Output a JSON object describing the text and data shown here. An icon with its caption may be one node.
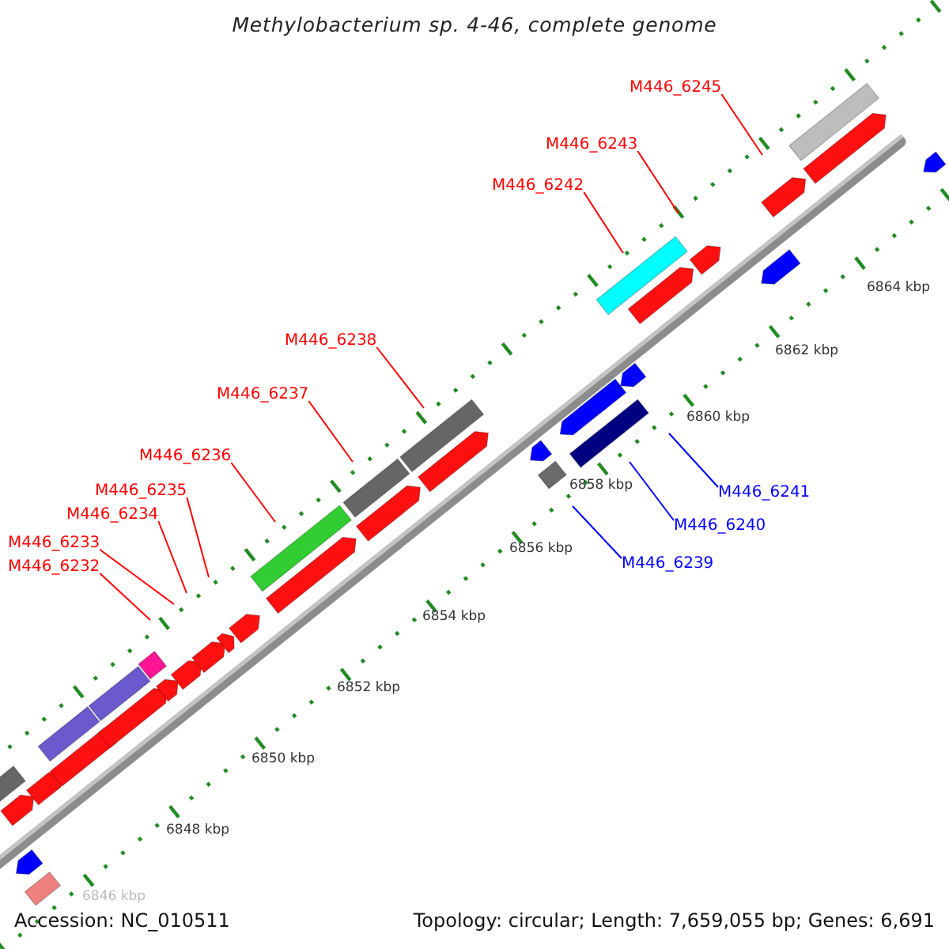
{
  "diagram": {
    "title": "Methylobacterium sp. 4-46, complete genome",
    "nodes": [
      {
        "text": [
          "M446_6245"
        ]
      },
      {
        "text": [
          "M446_6243"
        ]
      },
      {
        "text": [
          "M446_6242"
        ]
      },
      {
        "text": [
          "M446_6238"
        ]
      },
      {
        "text": [
          "M446_6237"
        ]
      },
      {
        "text": [
          "M446_6236"
        ]
      },
      {
        "text": [
          "M446_6235"
        ]
      },
      {
        "text": [
          "M446_6234"
        ]
      },
      {
        "text": [
          "M446_6233"
        ]
      },
      {
        "text": [
          "M446_6232"
        ]
      },
      {
        "text": [
          "M446_6241"
        ]
      },
      {
        "text": [
          "M446_6240"
        ]
      },
      {
        "text": [
          "M446_6239"
        ]
      }
    ],
    "edges": [
      {
        "from": 0,
        "to": null,
        "arrow": "none"
      },
      {
        "from": 1,
        "to": null,
        "arrow": "none"
      },
      {
        "from": 2,
        "to": null,
        "arrow": "none"
      },
      {
        "from": 3,
        "to": null,
        "arrow": "none"
      },
      {
        "from": 4,
        "to": null,
        "arrow": "none"
      },
      {
        "from": 5,
        "to": null,
        "arrow": "none"
      },
      {
        "from": 6,
        "to": null,
        "arrow": "none"
      },
      {
        "from": 7,
        "to": null,
        "arrow": "none"
      },
      {
        "from": 8,
        "to": null,
        "arrow": "none"
      },
      {
        "from": 9,
        "to": null,
        "arrow": "none"
      },
      {
        "from": 10,
        "to": null,
        "arrow": "none",
        "color": "#0000ff"
      },
      {
        "from": 11,
        "to": null,
        "arrow": "none",
        "color": "#0000ff"
      },
      {
        "from": 12,
        "to": null,
        "arrow": "none",
        "color": "#0000ff"
      }
    ],
    "labels": [
      "6864 kbp",
      "6862 kbp",
      "6860 kbp",
      "6858 kbp",
      "6856 kbp",
      "6854 kbp",
      "6852 kbp",
      "6850 kbp",
      "6848 kbp",
      "6846 kbp",
      "Accession: NC_010511",
      "Topology: circular; Length: 7,659,055 bp; Genes: 6,691"
    ]
  }
}
